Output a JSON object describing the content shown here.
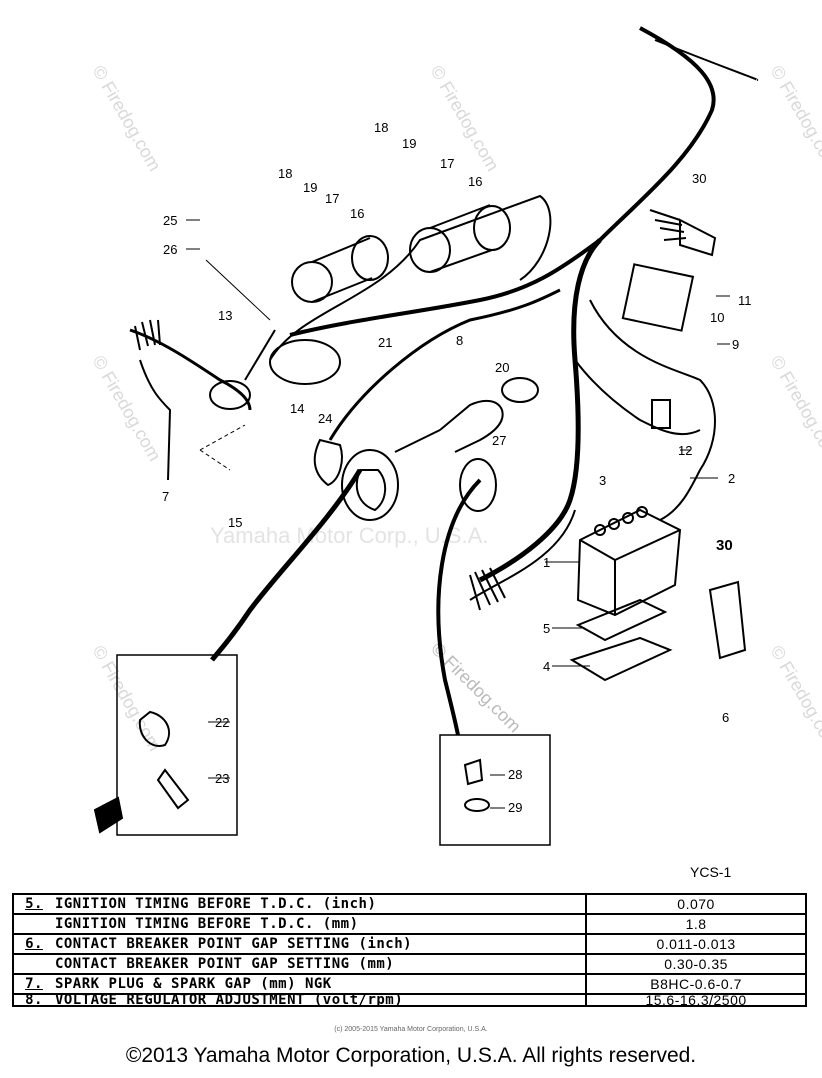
{
  "diagram": {
    "model": "YCS-1",
    "watermarks": [
      "© Firedog.com",
      "Yamaha Motor Corp., U.S.A."
    ],
    "callouts": [
      "1",
      "2",
      "3",
      "4",
      "5",
      "6",
      "7",
      "8",
      "9",
      "10",
      "11",
      "12",
      "13",
      "14",
      "15",
      "16",
      "16",
      "17",
      "17",
      "18",
      "18",
      "19",
      "19",
      "20",
      "21",
      "22",
      "23",
      "24",
      "25",
      "26",
      "27",
      "28",
      "29",
      "30",
      "30"
    ]
  },
  "spec_table": {
    "rows": [
      {
        "num": "5.",
        "param": "IGNITION TIMING BEFORE T.D.C. (inch)",
        "value": "0.070"
      },
      {
        "num": "",
        "param": "IGNITION TIMING BEFORE T.D.C. (mm)",
        "value": "1.8"
      },
      {
        "num": "6.",
        "param": "CONTACT BREAKER POINT GAP SETTING (inch)",
        "value": "0.011-0.013"
      },
      {
        "num": "",
        "param": "CONTACT BREAKER POINT GAP SETTING (mm)",
        "value": "0.30-0.35"
      },
      {
        "num": "7.",
        "param": "SPARK PLUG & SPARK GAP (mm) NGK",
        "value": "B8HC-0.6-0.7"
      },
      {
        "num": "8.",
        "param": "VOLTAGE REGULATOR ADJUSTMENT (volt/rpm)",
        "value": "15.6-16.3/2500"
      }
    ]
  },
  "fine_print": "(c) 2005-2015 Yamaha Motor Corporation, U.S.A.",
  "footer": "©2013 Yamaha Motor Corporation, U.S.A. All rights reserved."
}
